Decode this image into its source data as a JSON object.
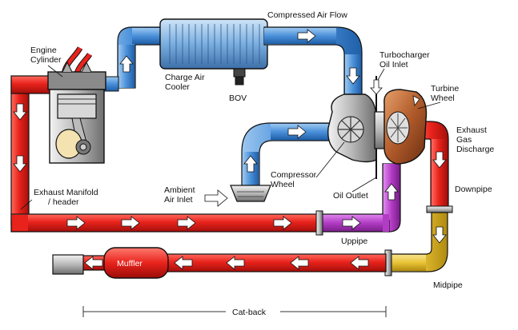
{
  "labels": {
    "engine_cylinder": [
      "Engine",
      "Cylinder"
    ],
    "compressed_air_flow": "Compressed Air Flow",
    "charge_air_cooler": [
      "Charge Air",
      "Cooler"
    ],
    "bov": "BOV",
    "turbo_oil_inlet": [
      "Turbocharger",
      "Oil Inlet"
    ],
    "turbine_wheel": [
      "Turbine",
      "Wheel"
    ],
    "exhaust_gas_discharge": [
      "Exhaust",
      "Gas",
      "Discharge"
    ],
    "downpipe": "Downpipe",
    "compressor_wheel": [
      "Compressor",
      "Wheel"
    ],
    "ambient_air_inlet": [
      "Ambient",
      "Air Inlet"
    ],
    "oil_outlet": "Oil Outlet",
    "exhaust_manifold": [
      "Exhaust Manifold",
      "/ header"
    ],
    "uppipe": "Uppipe",
    "muffler": "Muffler",
    "midpipe": "Midpipe",
    "cat_back": "Cat-back"
  },
  "colors": {
    "exhaust_pipe": "#e8231c",
    "air_pipe": "#4a90d9",
    "uppipe": "#b23cc4",
    "midpipe": "#e8c234",
    "outline": "#111111"
  }
}
